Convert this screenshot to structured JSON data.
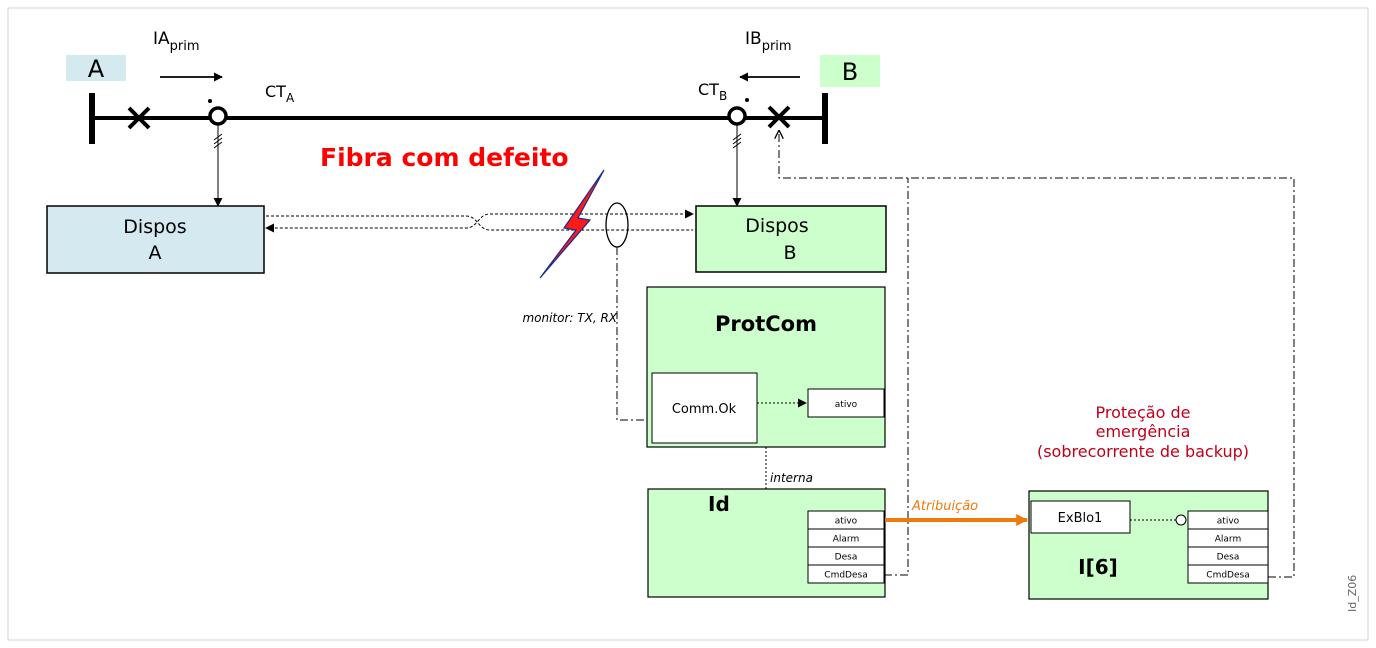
{
  "bus": {
    "a_label": "A",
    "b_label": "B",
    "ct_a": {
      "main": "CT",
      "sub": "A"
    },
    "ct_b": {
      "main": "CT",
      "sub": "B"
    },
    "ia_prim": {
      "main": "IA",
      "sub": "prim"
    },
    "ib_prim": {
      "main": "IB",
      "sub": "prim"
    }
  },
  "fault_title": "Fibra com defeito",
  "device_a": {
    "line1": "Dispos",
    "line2": "A"
  },
  "device_b": {
    "line1": "Dispos",
    "line2": "B"
  },
  "monitor_label": "monitor: TX, RX",
  "protcom": {
    "title": "ProtCom",
    "comm_ok": "Comm.Ok",
    "output": "ativo"
  },
  "interna_label": "interna",
  "id_block": {
    "title": "Id",
    "outputs": [
      "ativo",
      "Alarm",
      "Desa",
      "CmdDesa"
    ]
  },
  "assignment_label": "Atribuição",
  "backup": {
    "heading": [
      "Proteção de",
      "emergência",
      "(sobrecorrente de backup)"
    ],
    "input": "ExBlo1",
    "title": "I[6]",
    "outputs": [
      "ativo",
      "Alarm",
      "Desa",
      "CmdDesa"
    ]
  },
  "figure_id": "Id_Z06",
  "colors": {
    "device_a_fill": "#d4e9f0",
    "green_fill": "#ccffcc",
    "fault_red": "#ff0000",
    "backup_heading": "#c0001a",
    "assignment_orange": "#ef7a0b"
  }
}
